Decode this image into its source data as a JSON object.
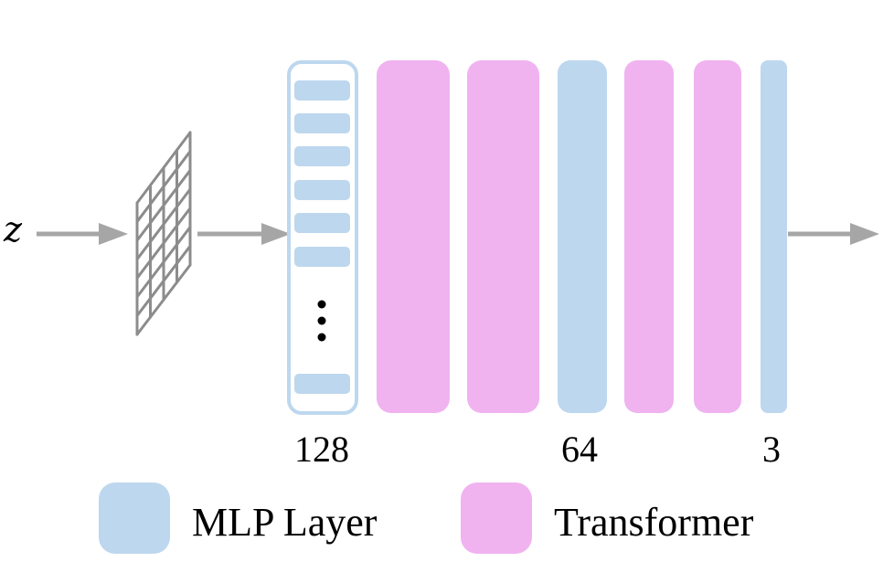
{
  "input_label": "z",
  "colors": {
    "mlp": "#bdd7ee",
    "transformer": "#f0b3f0",
    "arrow": "#a6a6a6",
    "grid": "#8c8c8c",
    "embed_border": "#bdd7ee"
  },
  "layers": [
    {
      "kind": "embedding",
      "label": "128"
    },
    {
      "kind": "transformer",
      "label": ""
    },
    {
      "kind": "transformer",
      "label": ""
    },
    {
      "kind": "mlp",
      "label": "64"
    },
    {
      "kind": "transformer",
      "label": ""
    },
    {
      "kind": "transformer",
      "label": ""
    },
    {
      "kind": "mlp",
      "label": "3"
    }
  ],
  "legend": {
    "mlp_label": "MLP Layer",
    "transformer_label": "Transformer"
  }
}
